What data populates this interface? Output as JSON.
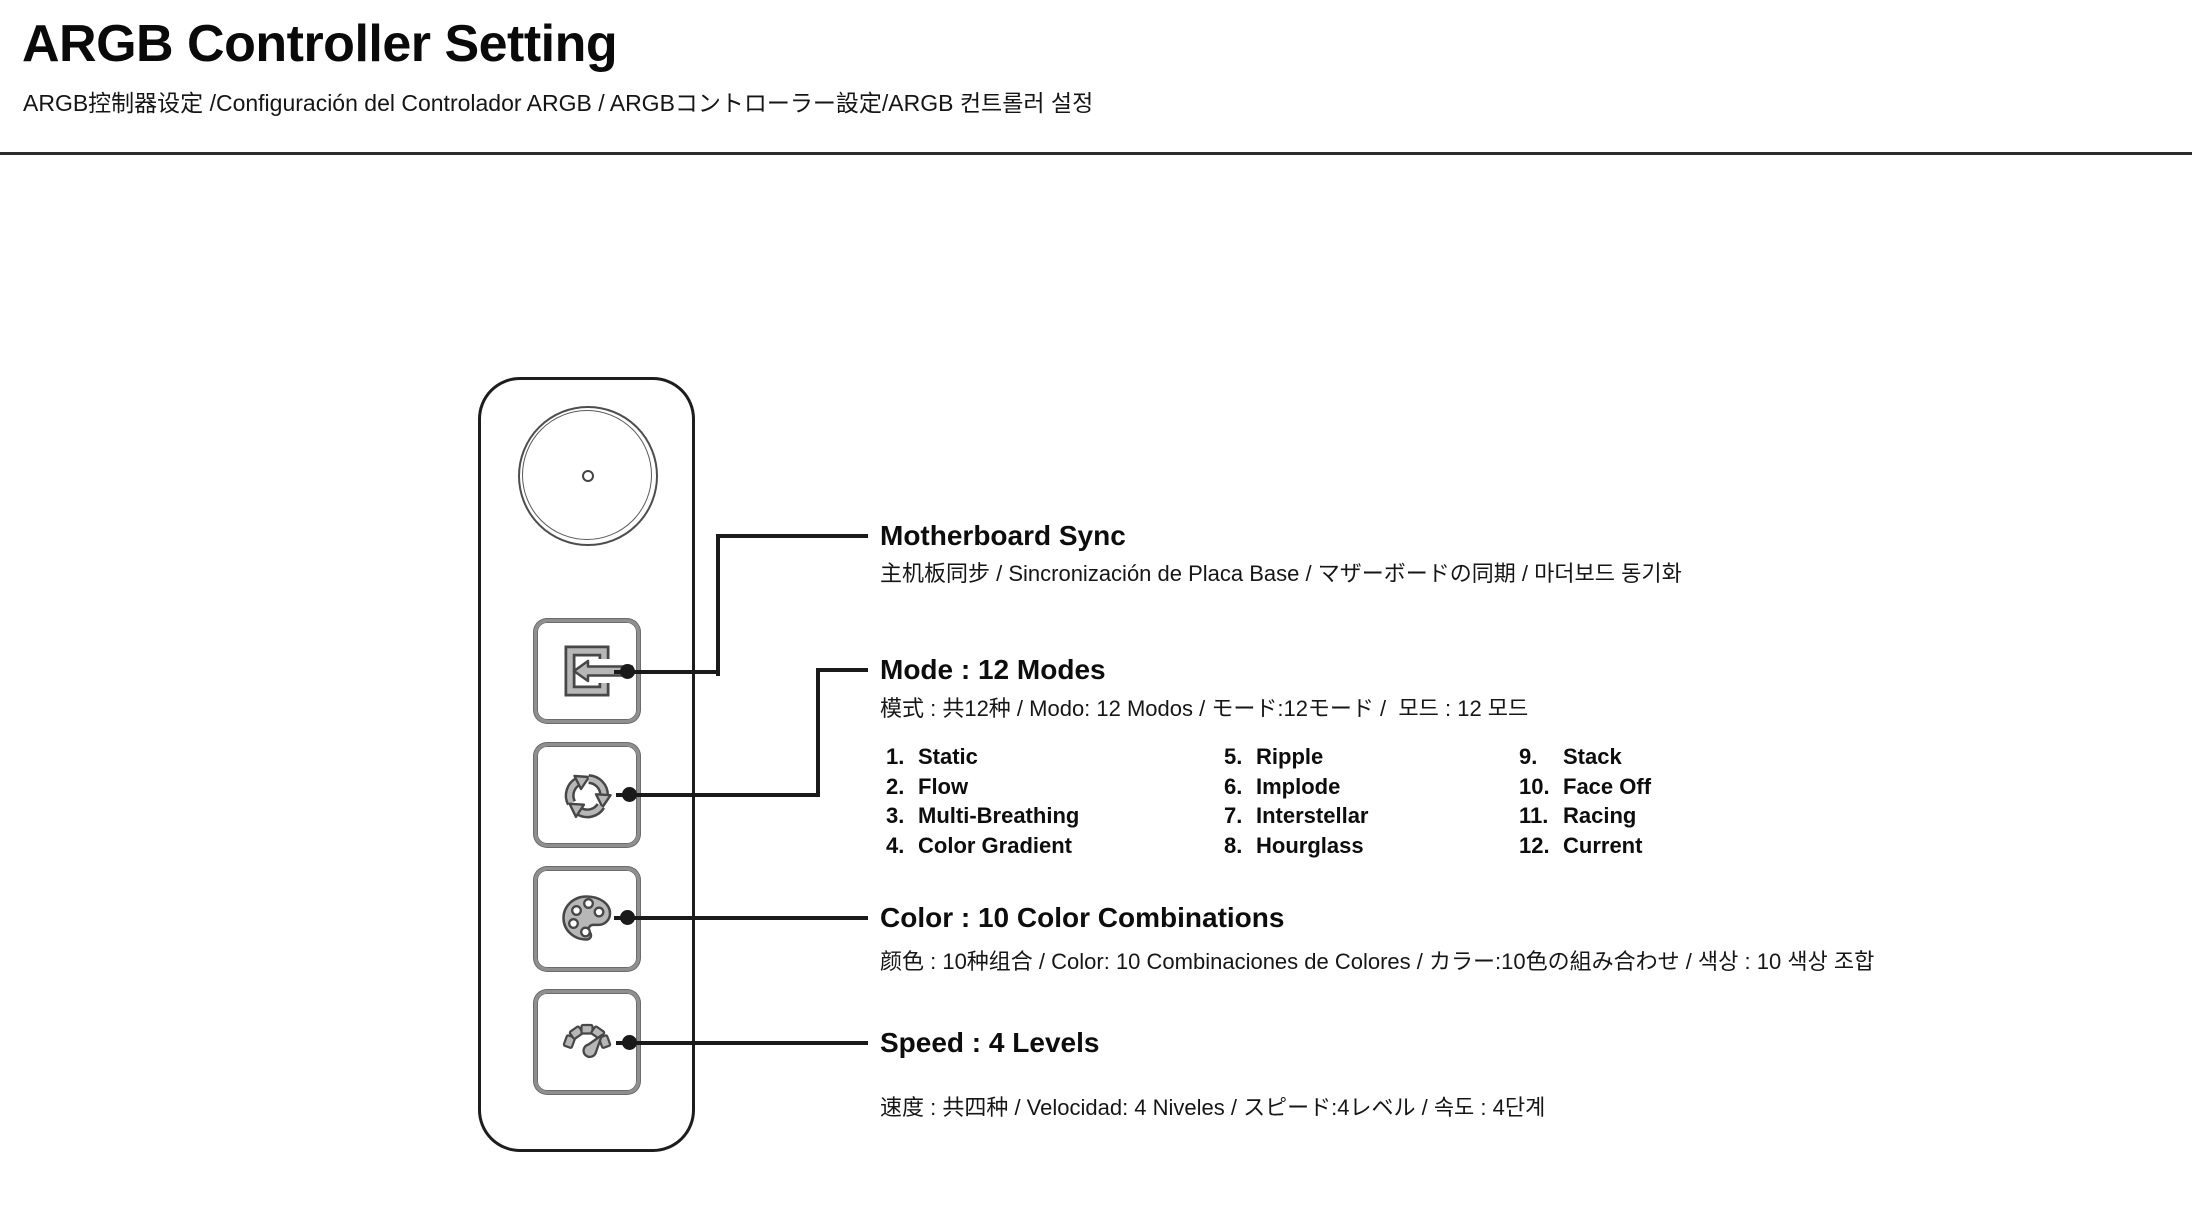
{
  "header": {
    "title": "ARGB Controller Setting",
    "subtitle": "ARGB控制器设定 /Configuración del Controlador ARGB / ARGBコントローラー設定/ARGB 컨트롤러 설정"
  },
  "sections": [
    {
      "title": "Motherboard Sync",
      "subtitle": "主机板同步 / Sincronización de Placa Base / マザーボードの同期 / 마더보드 동기화"
    },
    {
      "title": "Mode : 12 Modes",
      "subtitle": "模式 : 共12种 / Modo: 12 Modos / モード:12モード /  모드 : 12 모드"
    },
    {
      "title": "Color : 10 Color Combinations",
      "subtitle": "颜色 : 10种组合 / Color: 10 Combinaciones de Colores / カラー:10色の組み合わせ / 색상 : 10 색상 조합"
    },
    {
      "title": "Speed : 4 Levels",
      "subtitle": "速度 : 共四种 / Velocidad: 4 Niveles / スピード:4レベル / 속도 : 4단계"
    }
  ],
  "mode_list": {
    "columns": [
      {
        "items": [
          {
            "num": "1.",
            "label": "Static"
          },
          {
            "num": "2.",
            "label": "Flow"
          },
          {
            "num": "3.",
            "label": "Multi-Breathing"
          },
          {
            "num": "4.",
            "label": "Color Gradient"
          }
        ]
      },
      {
        "items": [
          {
            "num": "5.",
            "label": "Ripple"
          },
          {
            "num": "6.",
            "label": "Implode"
          },
          {
            "num": "7.",
            "label": "Interstellar"
          },
          {
            "num": "8.",
            "label": "Hourglass"
          }
        ]
      },
      {
        "items": [
          {
            "num": "9.",
            "label": "Stack"
          },
          {
            "num": "10.",
            "label": "Face Off"
          },
          {
            "num": "11.",
            "label": "Racing"
          },
          {
            "num": "12.",
            "label": "Current"
          }
        ]
      }
    ]
  },
  "controller": {
    "buttons": [
      {
        "icon": "sync-in-icon",
        "function": "Motherboard Sync"
      },
      {
        "icon": "cycle-arrows-icon",
        "function": "Mode"
      },
      {
        "icon": "palette-icon",
        "function": "Color"
      },
      {
        "icon": "gauge-icon",
        "function": "Speed"
      }
    ],
    "knob": "dial"
  },
  "colors": {
    "line": "#1a1a1a",
    "icon_fill": "#b7b7b7",
    "icon_stroke": "#474747",
    "button_border": "#8f8f8f"
  }
}
